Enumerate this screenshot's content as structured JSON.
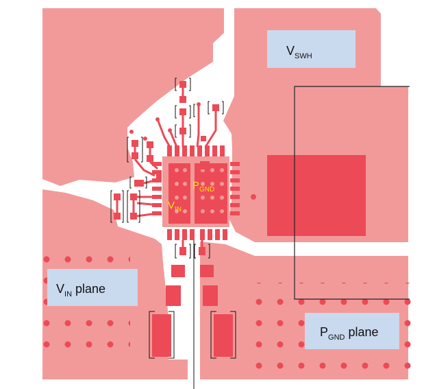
{
  "labels": {
    "vswh": {
      "main": "V",
      "sub": "SWH"
    },
    "vin_plane": {
      "main": "V",
      "sub": "IN",
      "rest": " plane"
    },
    "pgnd_plane": {
      "main": "P",
      "sub": "GND",
      "rest": " plane"
    },
    "vin": {
      "main": "V",
      "sub": "IN"
    },
    "pgnd": {
      "main": "P",
      "sub": "GND"
    }
  },
  "colors": {
    "copper": "#f29a9a",
    "pad": "#ec4a56",
    "label_fill": "#c9d9ee",
    "accent_text": "#f7e21a"
  }
}
